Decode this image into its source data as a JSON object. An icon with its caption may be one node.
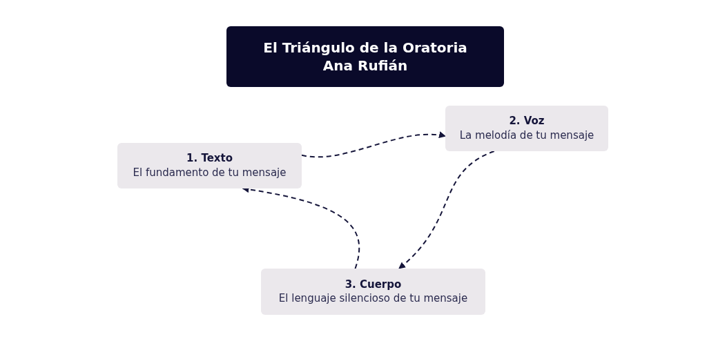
{
  "diagram": {
    "nodes": [
      {
        "text": [
          "El Triángulo de la Oratoria",
          "Ana Rufián"
        ]
      },
      {
        "text": [
          "1. Texto",
          "El fundamento de tu mensaje"
        ]
      },
      {
        "text": [
          "2. Voz",
          "La melodía de tu mensaje"
        ]
      },
      {
        "text": [
          "3. Cuerpo",
          "El lenguaje silencioso de tu mensaje"
        ]
      }
    ],
    "edges": [
      {
        "from": 1,
        "to": 2,
        "arrow": "to",
        "style": "dashed"
      },
      {
        "from": 2,
        "to": 3,
        "arrow": "to",
        "style": "dashed"
      },
      {
        "from": 3,
        "to": 1,
        "arrow": "to",
        "style": "dashed"
      }
    ]
  }
}
